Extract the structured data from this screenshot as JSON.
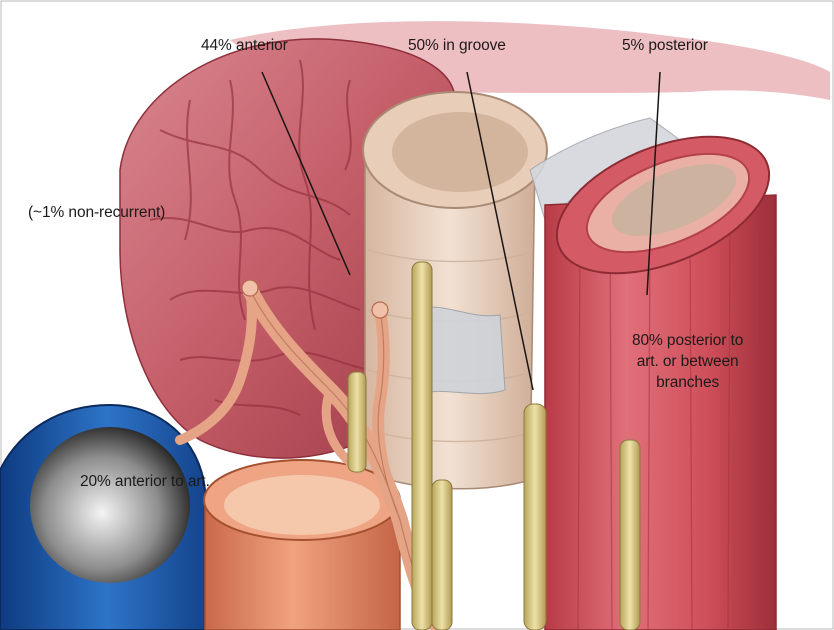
{
  "labels": {
    "anterior_44": "44% anterior",
    "groove_50": "50% in groove",
    "posterior_5": "5% posterior",
    "non_recurrent": "(~1% non-recurrent)",
    "posterior_80": "80% posterior to\nart. or between\nbranches",
    "anterior_20": "20% anterior to art."
  },
  "colors": {
    "thyroid": "#c9646e",
    "thyroid_dark": "#a9414d",
    "trachea": "#e6cdb7",
    "artery": "#d0505a",
    "artery_dark": "#a8333d",
    "vein": "#1e5fb0",
    "vein_dark": "#0d2f6a",
    "esophagus_tube": "#e08a66",
    "nerve": "#d9c98a",
    "ligament": "#c9cdd4",
    "leader_line": "#1a1414"
  }
}
